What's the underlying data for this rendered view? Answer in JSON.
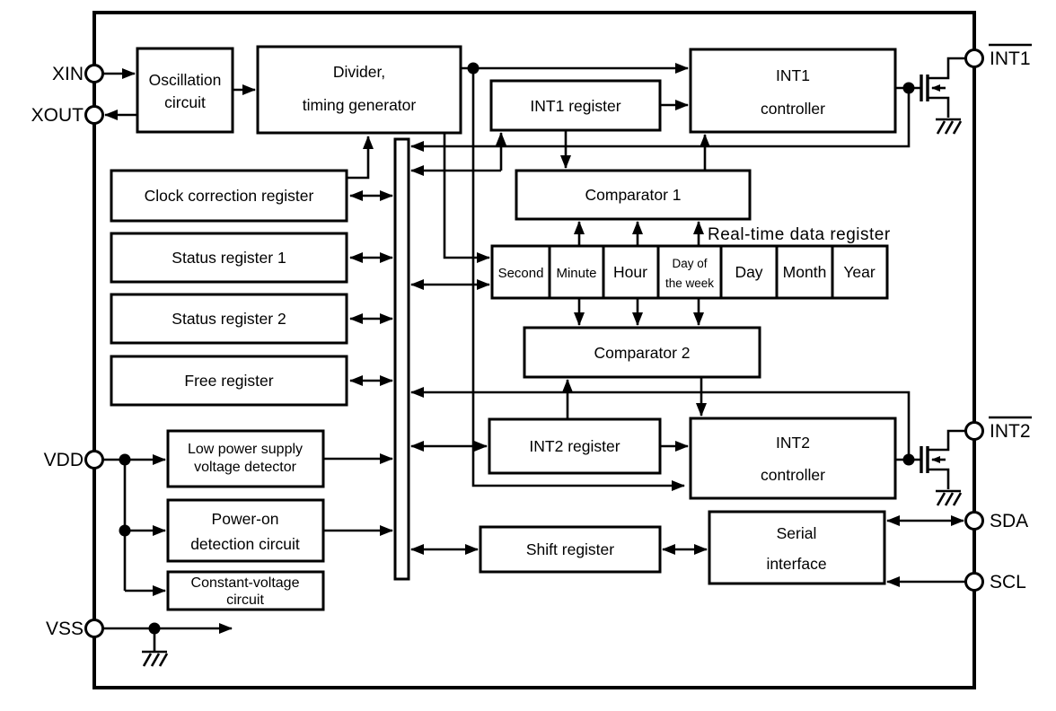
{
  "colors": {
    "line": "#000000",
    "background": "#ffffff"
  },
  "pins": {
    "xin": "XIN",
    "xout": "XOUT",
    "vdd": "VDD",
    "vss": "VSS",
    "int1": "INT1",
    "int2": "INT2",
    "sda": "SDA",
    "scl": "SCL"
  },
  "blocks": {
    "oscillation": {
      "line1": "Oscillation",
      "line2": "circuit"
    },
    "divider": {
      "line1": "Divider,",
      "line2": "timing generator"
    },
    "int1_register": {
      "label": "INT1 register"
    },
    "int1_controller": {
      "line1": "INT1",
      "line2": "controller"
    },
    "clock_correction_register": {
      "label": "Clock correction register"
    },
    "status_register_1": {
      "label": "Status register 1"
    },
    "status_register_2": {
      "label": "Status register 2"
    },
    "free_register": {
      "label": "Free register"
    },
    "comparator_1": {
      "label": "Comparator 1"
    },
    "comparator_2": {
      "label": "Comparator 2"
    },
    "int2_register": {
      "label": "INT2 register"
    },
    "int2_controller": {
      "line1": "INT2",
      "line2": "controller"
    },
    "low_power_supply_voltage_detector": {
      "line1": "Low power supply",
      "line2": "voltage detector"
    },
    "power_on_detection_circuit": {
      "line1": "Power-on",
      "line2": "detection circuit"
    },
    "constant_voltage_circuit": {
      "line1": "Constant-voltage",
      "line2": "circuit"
    },
    "shift_register": {
      "label": "Shift register"
    },
    "serial_interface": {
      "line1": "Serial",
      "line2": "interface"
    }
  },
  "realtime_data_register": {
    "label": "Real-time data register",
    "cells": {
      "second": "Second",
      "minute": "Minute",
      "hour": "Hour",
      "day_of_week": {
        "line1": "Day of",
        "line2": "the week"
      },
      "day": "Day",
      "month": "Month",
      "year": "Year"
    }
  }
}
